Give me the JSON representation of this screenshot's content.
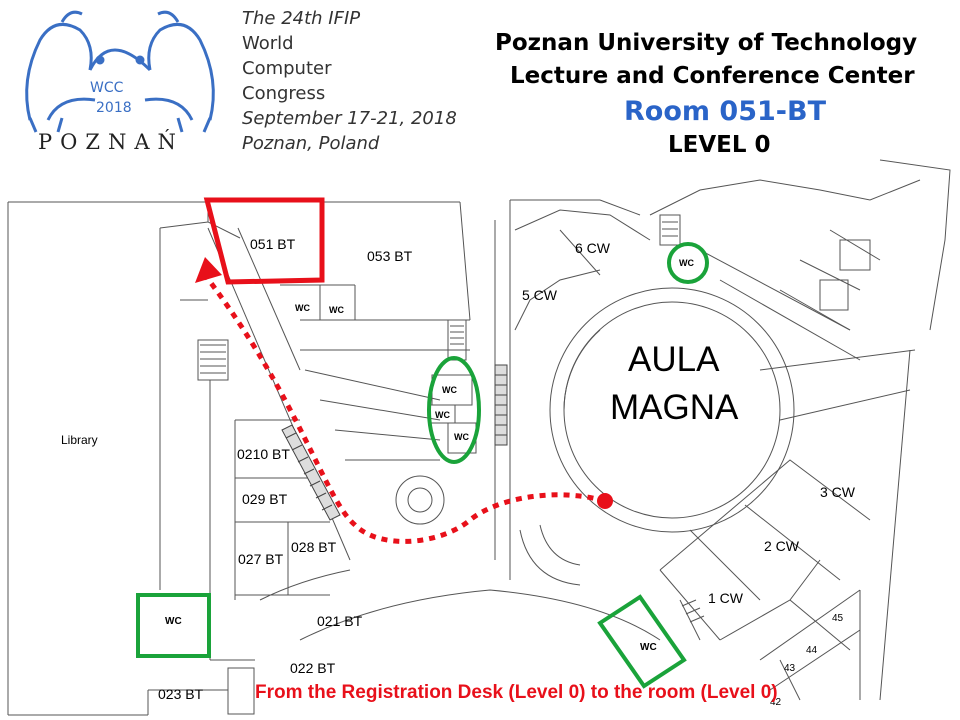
{
  "logo": {
    "mark_text": "WCC",
    "mark_year": "2018",
    "city": "POZNAŃ",
    "line1": "The 24th IFIP",
    "line2": "World",
    "line3": "Computer",
    "line4": "Congress",
    "line5": "September 17-21, 2018",
    "line6": "Poznan, Poland"
  },
  "header": {
    "line1": "Poznan University of Technology",
    "line2": "Lecture and Conference Center",
    "room": "Room 051-BT",
    "level": "LEVEL 0"
  },
  "colors": {
    "route": "#e8101a",
    "target": "#e8101a",
    "wc_highlight": "#1aa33a",
    "room_title": "#2a64c8",
    "logo": "#3a6fc4",
    "walls": "#555555"
  },
  "rooms": {
    "r051": "051 BT",
    "r053": "053 BT",
    "r6cw": "6 CW",
    "r5cw": "5 CW",
    "library": "Library",
    "aula1": "AULA",
    "aula2": "MAGNA",
    "r0210": "0210 BT",
    "r029": "029 BT",
    "r027": "027 BT",
    "r028": "028 BT",
    "r021": "021 BT",
    "r022": "022 BT",
    "r023": "023 BT",
    "r3cw": "3 CW",
    "r2cw": "2 CW",
    "r1cw": "1 CW",
    "r45": "45",
    "r44": "44",
    "r43": "43",
    "r42": "42"
  },
  "wc_label": "WC",
  "caption": "From the Registration Desk (Level 0) to the room (Level 0)"
}
